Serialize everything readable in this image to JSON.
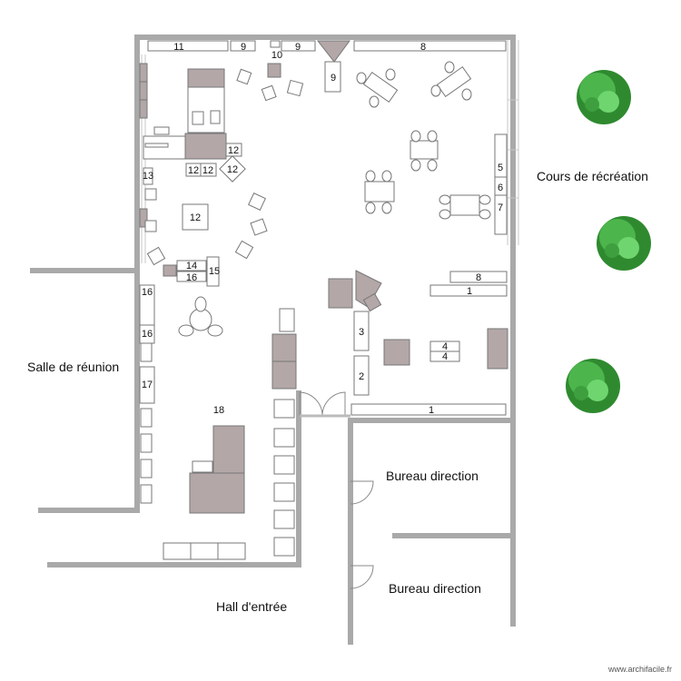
{
  "rooms": {
    "meeting": "Salle de réunion",
    "courtyard": "Cours de récréation",
    "office_1": "Bureau direction",
    "office_2": "Bureau direction",
    "hall": "Hall d'entrée"
  },
  "item_numbers": {
    "n1a": "1",
    "n1b": "1",
    "n2": "2",
    "n3": "3",
    "n4a": "4",
    "n4b": "4",
    "n5": "5",
    "n6": "6",
    "n7": "7",
    "n8a": "8",
    "n8b": "8",
    "n9a": "9",
    "n9b": "9",
    "n9c": "9",
    "n10": "10",
    "n11": "11",
    "n12a": "12",
    "n12b": "12",
    "n12c": "12",
    "n12d": "12",
    "n12e": "12",
    "n13": "13",
    "n14": "14",
    "n15": "15",
    "n16a": "16",
    "n16b": "16",
    "n16c": "16",
    "n17": "17",
    "n18": "18"
  },
  "watermark": "www.archifacile.fr",
  "colors": {
    "wall": "#a9a9a9",
    "furniture_fill": "#b3a7a7",
    "furniture_stroke": "#777777",
    "tree_dark": "#2f8a2f",
    "tree_light": "#6fd66f",
    "window": "#c7c7c7"
  }
}
